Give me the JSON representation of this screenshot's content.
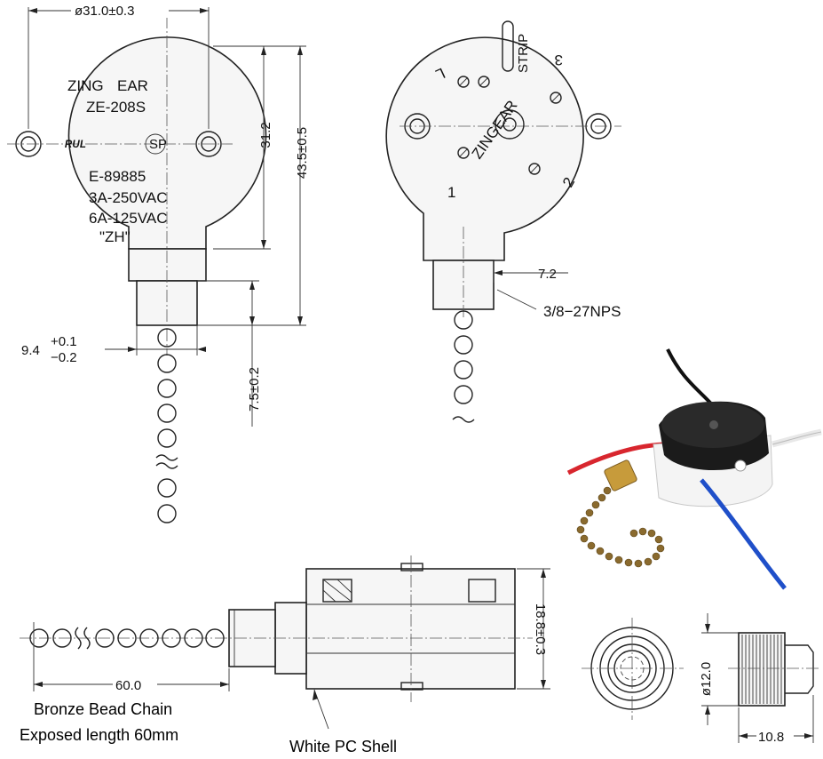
{
  "front_view": {
    "brand_line1": "ZING",
    "brand_line2": "EAR",
    "model": "ZE-208S",
    "listing": "E-89885",
    "rating1": "3A-250VAC",
    "rating2": "6A-125VAC",
    "code": "\"ZH\"",
    "dim_diameter": "ø31.0±0.3",
    "dim_height": "31.2",
    "dim_total": "43.5±0.5",
    "dim_shaft_base": "9.4",
    "dim_shaft_tol_plus": "+0.1",
    "dim_shaft_tol_minus": "−0.2",
    "dim_shaft_len": "7.5±0.2"
  },
  "rear_view": {
    "pos_1": "1",
    "pos_2": "2",
    "pos_3": "3",
    "pos_l": "L",
    "strip_label": "STRIP",
    "dial_text": "ZINGEAR",
    "dim_thread": "7.2",
    "thread_spec": "3/8−27NPS"
  },
  "side_view": {
    "dim_chain": "60.0",
    "dim_height": "18.8±0.3",
    "caption_chain_1": "Bronze Bead Chain",
    "caption_chain_2": "Exposed length 60mm",
    "caption_shell": "White PC Shell"
  },
  "knob_view": {
    "dim_diameter": "ø12.0",
    "dim_length": "10.8"
  },
  "colors": {
    "line": "#222222",
    "shell_white": "#f4f4f4",
    "switch_black": "#1b1b1b",
    "wire_red": "#d8262e",
    "wire_blue": "#1f4fc9",
    "chain_bronze": "#8a6a2e"
  }
}
